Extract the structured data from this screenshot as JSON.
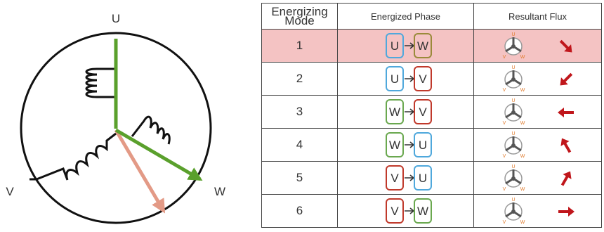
{
  "diagram": {
    "labels": {
      "u": "U",
      "v": "V",
      "w": "W"
    }
  },
  "table": {
    "headers": {
      "mode": "Energizing Mode",
      "mode_line1": "Energizing",
      "mode_line2": "Mode",
      "phase": "Energized Phase",
      "flux": "Resultant Flux"
    },
    "rows": [
      {
        "mode": "1",
        "from": "U",
        "to": "W",
        "from_box": "#4fa8dc",
        "to_box": "#9a8a3a",
        "flux_angle_deg": 45,
        "highlight": true
      },
      {
        "mode": "2",
        "from": "U",
        "to": "V",
        "from_box": "#4fa8dc",
        "to_box": "#c0392b",
        "flux_angle_deg": 135,
        "highlight": false
      },
      {
        "mode": "3",
        "from": "W",
        "to": "V",
        "from_box": "#6aa84f",
        "to_box": "#c0392b",
        "flux_angle_deg": 180,
        "highlight": false
      },
      {
        "mode": "4",
        "from": "W",
        "to": "U",
        "from_box": "#6aa84f",
        "to_box": "#4fa8dc",
        "flux_angle_deg": 240,
        "highlight": false
      },
      {
        "mode": "5",
        "from": "V",
        "to": "U",
        "from_box": "#c0392b",
        "to_box": "#4fa8dc",
        "flux_angle_deg": 300,
        "highlight": false
      },
      {
        "mode": "6",
        "from": "V",
        "to": "W",
        "from_box": "#c0392b",
        "to_box": "#6aa84f",
        "flux_angle_deg": 0,
        "highlight": false
      }
    ],
    "mini_labels": {
      "u": "U",
      "v": "V",
      "w": "W"
    }
  },
  "colors": {
    "green_vector": "#5aa02c",
    "resultant_vector": "#e39a86",
    "flux_arrow": "#c0161b",
    "highlight_row": "#f4c3c3",
    "mini_label": "#e07b2c"
  }
}
